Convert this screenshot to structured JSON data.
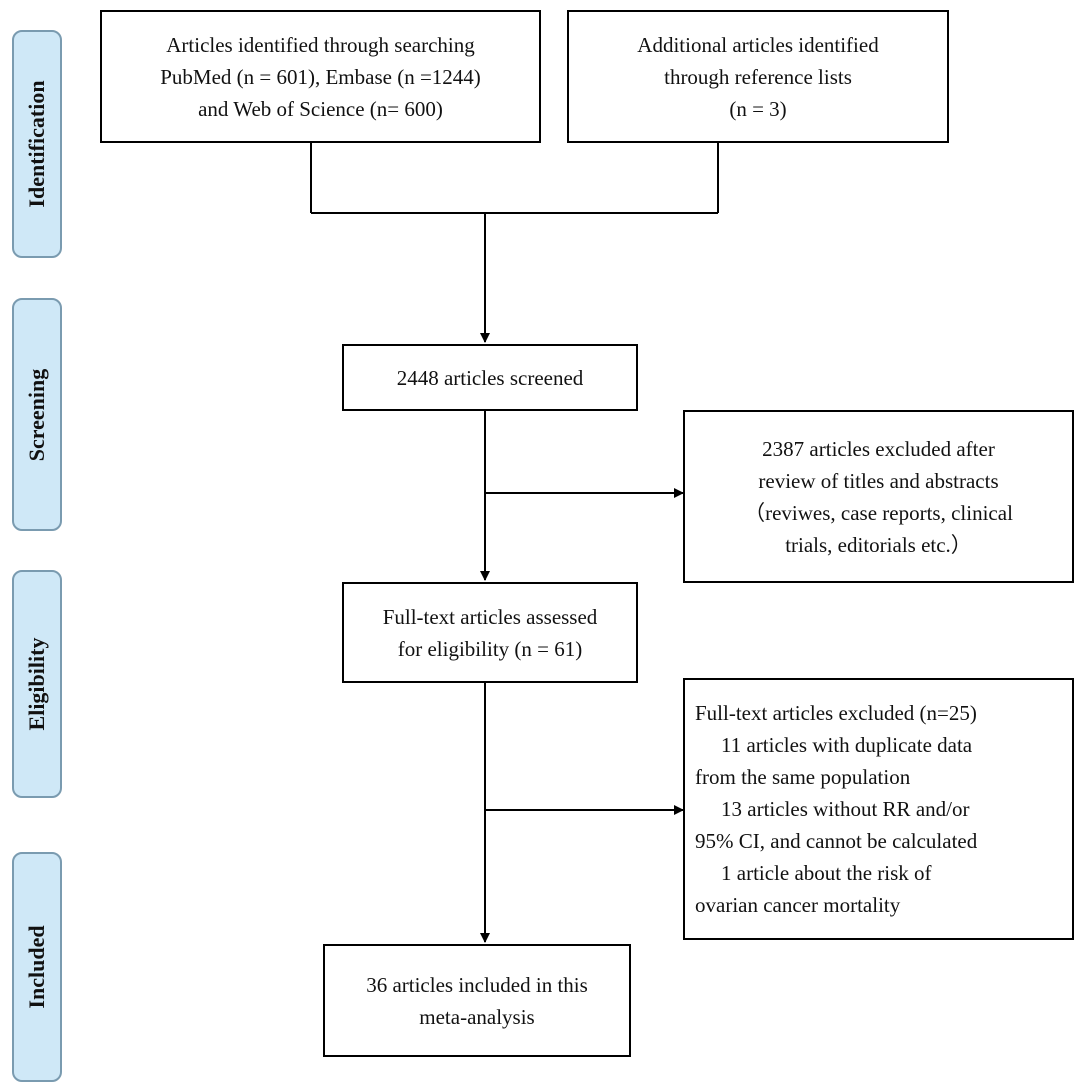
{
  "stages": [
    {
      "id": "identification",
      "label": "Identification"
    },
    {
      "id": "screening",
      "label": "Screening"
    },
    {
      "id": "eligibility",
      "label": "Eligibility"
    },
    {
      "id": "included",
      "label": "Included"
    }
  ],
  "boxes": {
    "database_search": {
      "lines": [
        "Articles identified through searching",
        "PubMed (n = 601), Embase (n =1244)",
        "and Web of Science (n= 600)"
      ]
    },
    "reference_lists": {
      "lines": [
        "Additional articles identified",
        "through reference lists",
        "(n = 3)"
      ]
    },
    "screened": {
      "lines": [
        "2448 articles screened"
      ]
    },
    "excluded_titles": {
      "lines": [
        "2387 articles excluded after",
        "review of titles and abstracts",
        "（reviwes, case reports, clinical",
        "trials, editorials etc.）"
      ]
    },
    "full_text_assessed": {
      "lines": [
        "Full-text articles assessed",
        "for eligibility (n = 61)"
      ]
    },
    "full_text_excluded": {
      "lines": [
        "Full-text articles excluded (n=25)",
        "11 articles with duplicate data",
        "from the same population",
        "13 articles without RR and/or",
        "95% CI, and cannot be calculated",
        "1 article about the risk of",
        "ovarian cancer mortality"
      ]
    },
    "included": {
      "lines": [
        "36 articles included in this",
        "meta-analysis"
      ]
    }
  }
}
